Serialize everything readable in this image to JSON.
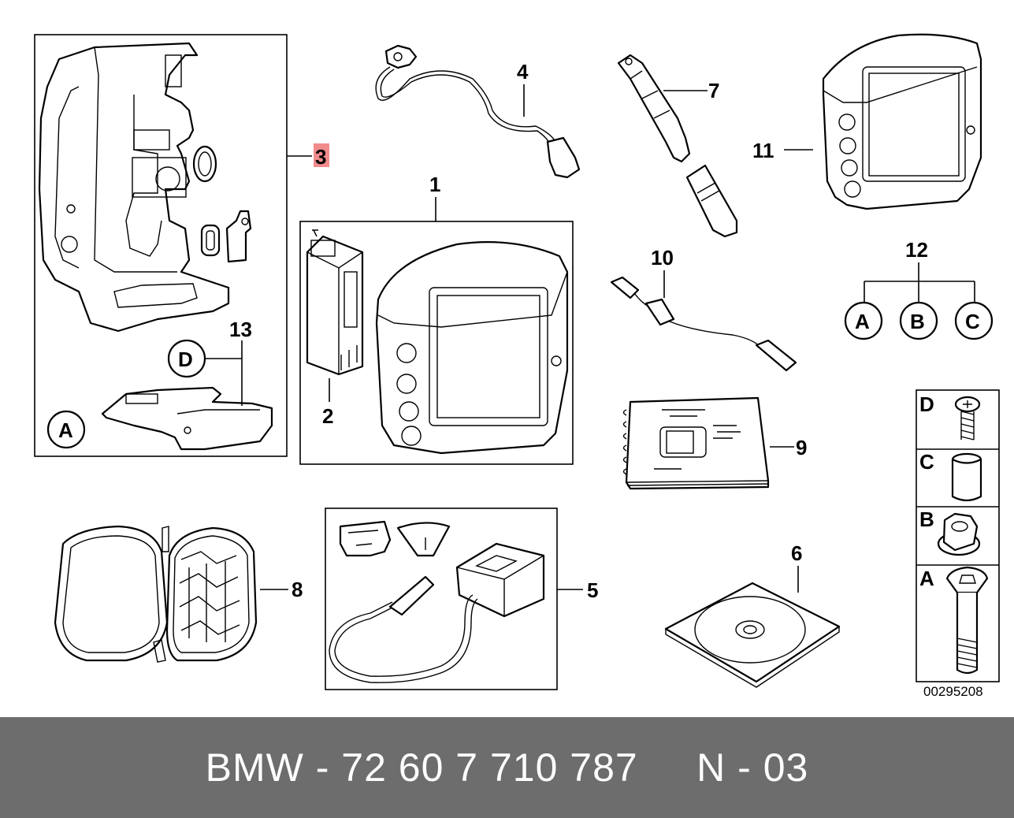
{
  "callouts": {
    "c1": "1",
    "c2": "2",
    "c3": "3",
    "c4": "4",
    "c5": "5",
    "c6": "6",
    "c7": "7",
    "c8": "8",
    "c9": "9",
    "c10": "10",
    "c11": "11",
    "c12": "12",
    "c13": "13"
  },
  "circle_letters": {
    "A": "A",
    "B": "B",
    "C": "C",
    "D": "D"
  },
  "hardware_panel": {
    "rows": [
      "D",
      "C",
      "B",
      "A"
    ]
  },
  "highlight_color": "#f28b8b",
  "reference_code": "00295208",
  "footer": {
    "text": "BMW - 72 60 7 710 787     N - 03",
    "background": "#6d6d6d"
  }
}
